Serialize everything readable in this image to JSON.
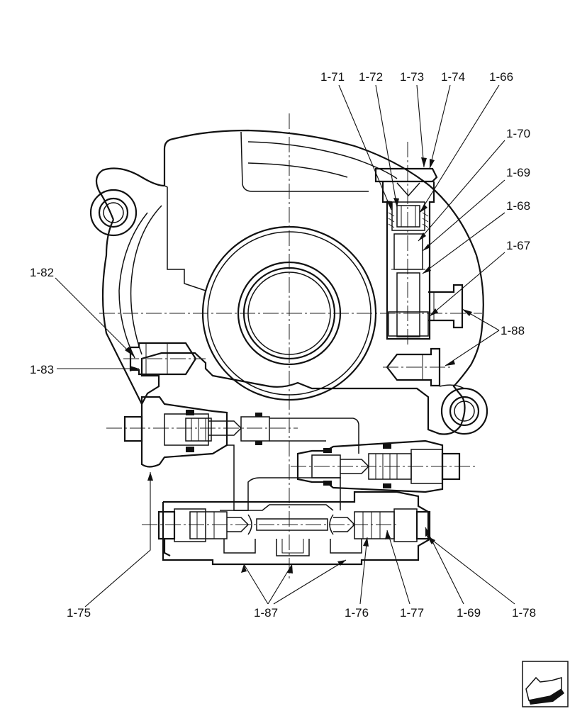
{
  "labels": {
    "l_1_71": "1-71",
    "l_1_72": "1-72",
    "l_1_73": "1-73",
    "l_1_74": "1-74",
    "l_1_66": "1-66",
    "l_1_70": "1-70",
    "l_1_69_top": "1-69",
    "l_1_68": "1-68",
    "l_1_67": "1-67",
    "l_1_82": "1-82",
    "l_1_88": "1-88",
    "l_1_83": "1-83",
    "l_1_75": "1-75",
    "l_1_87": "1-87",
    "l_1_76": "1-76",
    "l_1_77": "1-77",
    "l_1_69_bottom": "1-69",
    "l_1_78": "1-78"
  },
  "icons": {
    "nav": "next-page-arrow-icon"
  }
}
